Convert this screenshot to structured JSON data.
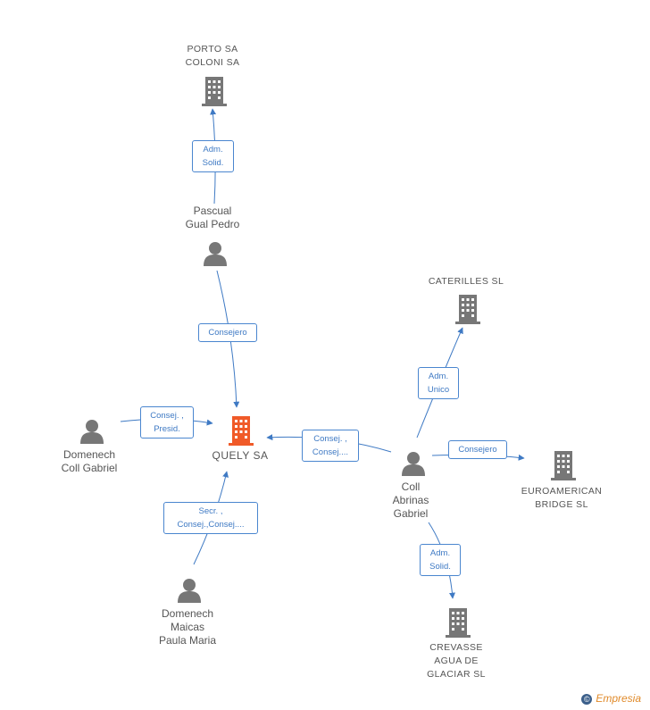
{
  "colors": {
    "edge": "#3f7ac4",
    "icon": "#777777",
    "center_icon": "#f05a28"
  },
  "nodes": {
    "porto_sa": {
      "type": "company",
      "icon": "building-icon",
      "lines": [
        "PORTO SA",
        "COLONI SA"
      ]
    },
    "pascual": {
      "type": "person",
      "icon": "person-icon",
      "lines": [
        "Pascual",
        "Gual Pedro"
      ]
    },
    "quely": {
      "type": "company",
      "icon": "building-icon",
      "lines": [
        "QUELY SA"
      ]
    },
    "domenech_coll": {
      "type": "person",
      "icon": "person-icon",
      "lines": [
        "Domenech",
        "Coll Gabriel"
      ]
    },
    "domenech_maicas": {
      "type": "person",
      "icon": "person-icon",
      "lines": [
        "Domenech",
        "Maicas",
        "Paula Maria"
      ]
    },
    "coll_abrinas": {
      "type": "person",
      "icon": "person-icon",
      "lines": [
        "Coll",
        "Abrinas",
        "Gabriel"
      ]
    },
    "caterilles": {
      "type": "company",
      "icon": "building-icon",
      "lines": [
        "CATERILLES SL"
      ]
    },
    "euroamerican": {
      "type": "company",
      "icon": "building-icon",
      "lines": [
        "EUROAMERICAN",
        "BRIDGE SL"
      ]
    },
    "crevasse": {
      "type": "company",
      "icon": "building-icon",
      "lines": [
        "CREVASSE",
        "AGUA DE",
        "GLACIAR SL"
      ]
    }
  },
  "edges": [
    {
      "id": "pascual-porto",
      "lines": [
        "Adm.",
        "Solid."
      ]
    },
    {
      "id": "pascual-quely",
      "lines": [
        "Consejero"
      ]
    },
    {
      "id": "domenechcoll-quely",
      "lines": [
        "Consej. ,",
        "Presid."
      ]
    },
    {
      "id": "maicas-quely",
      "lines": [
        "Secr. ,",
        "Consej.,Consej...."
      ]
    },
    {
      "id": "coll-quely",
      "lines": [
        "Consej. ,",
        "Consej...."
      ]
    },
    {
      "id": "coll-caterilles",
      "lines": [
        "Adm.",
        "Unico"
      ]
    },
    {
      "id": "coll-euroamerican",
      "lines": [
        "Consejero"
      ]
    },
    {
      "id": "coll-crevasse",
      "lines": [
        "Adm.",
        "Solid."
      ]
    }
  ],
  "watermark": {
    "symbol": "©",
    "text": "Empresia"
  }
}
